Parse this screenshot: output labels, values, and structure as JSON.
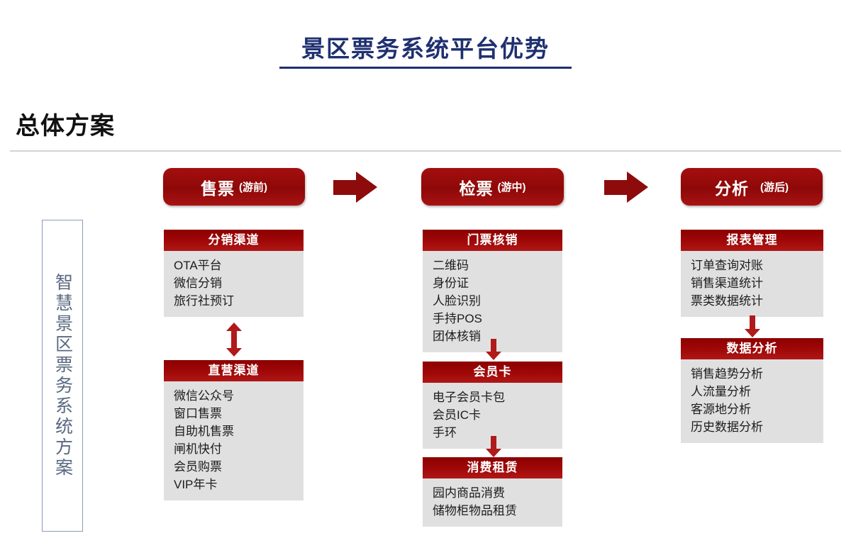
{
  "slide": {
    "title": "景区票务系统平台优势",
    "section_title": "总体方案",
    "side_label": "智慧景区票务系统方案",
    "accent_red": "#8e0b0b",
    "header_red": "#9d0606",
    "title_blue": "#1f3070",
    "card_body_gray": "#e0e0e0"
  },
  "stages": [
    {
      "name": "sale",
      "main": "售票",
      "sub": "(游前)"
    },
    {
      "name": "check",
      "main": "检票",
      "sub": "(游中)"
    },
    {
      "name": "analyze",
      "main": "分析",
      "sub": "(游后)"
    }
  ],
  "flow_arrows": [
    {
      "name": "stage-arrow-1",
      "icon": "arrow-right-icon"
    },
    {
      "name": "stage-arrow-2",
      "icon": "arrow-right-icon"
    }
  ],
  "columns": {
    "sale": {
      "distribution": {
        "header": "分销渠道",
        "items": [
          "OTA平台",
          "微信分销",
          "旅行社预订"
        ]
      },
      "direct": {
        "header": "直营渠道",
        "items": [
          "微信公众号",
          "窗口售票",
          "自助机售票",
          "闸机快付",
          "会员购票",
          "VIP年卡"
        ]
      },
      "connector": "double-arrow-vertical-icon"
    },
    "check": {
      "verify": {
        "header": "门票核销",
        "items": [
          "二维码",
          "身份证",
          "人脸识别",
          "手持POS",
          "团体核销"
        ]
      },
      "member": {
        "header": "会员卡",
        "items": [
          "电子会员卡包",
          "会员IC卡",
          "手环"
        ]
      },
      "consume": {
        "header": "消费租赁",
        "items": [
          "园内商品消费",
          "储物柜物品租赁"
        ]
      },
      "connector": "arrow-down-icon"
    },
    "analyze": {
      "report": {
        "header": "报表管理",
        "items": [
          "订单查询对账",
          "销售渠道统计",
          "票类数据统计"
        ]
      },
      "analysis": {
        "header": "数据分析",
        "items": [
          "销售趋势分析",
          "人流量分析",
          "客源地分析",
          "历史数据分析"
        ]
      },
      "connector": "arrow-down-icon"
    }
  }
}
